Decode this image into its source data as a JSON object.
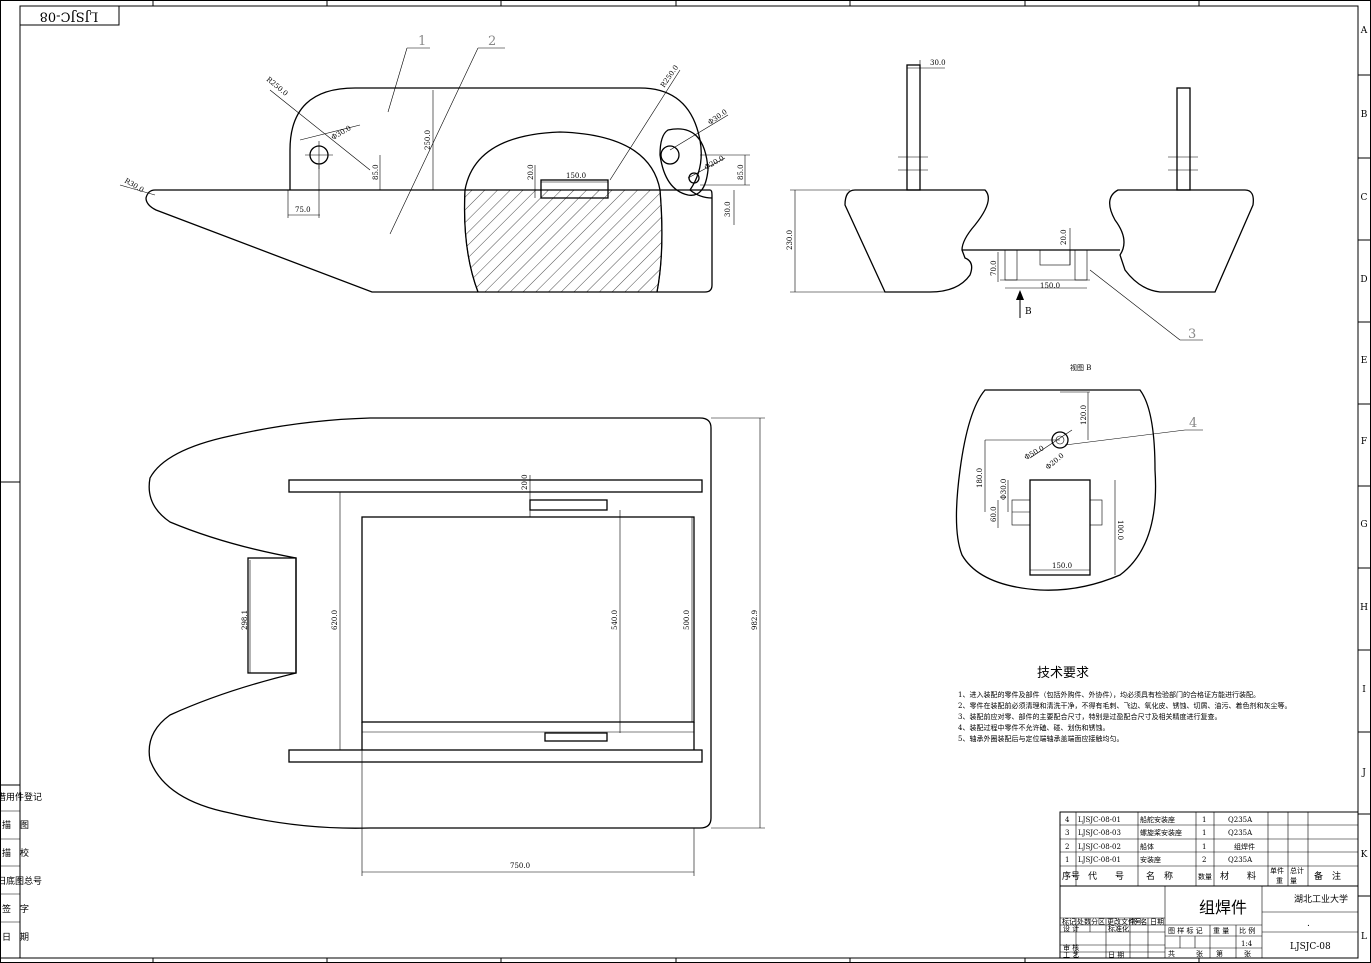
{
  "drawing": {
    "code_stamp": "LJSJC-08",
    "zone_letters": [
      "A",
      "B",
      "C",
      "D",
      "E",
      "F",
      "G",
      "H",
      "I",
      "J",
      "K",
      "L"
    ],
    "balloons": [
      "1",
      "2",
      "3",
      "4"
    ]
  },
  "side_view": {
    "dims": [
      "R250.0",
      "R250.0",
      "Φ30.0",
      "Φ30.0",
      "Φ20.0",
      "250.0",
      "85.0",
      "75.0",
      "R30.0",
      "20.0",
      "150.0",
      "85.0",
      "30.0"
    ]
  },
  "front_view": {
    "dims": [
      "30.0",
      "230.0",
      "20.0",
      "70.0",
      "150.0"
    ],
    "arrow_label": "B"
  },
  "detail_view": {
    "title": "视图 B",
    "dims": [
      "120.0",
      "Φ50.0",
      "Φ20.0",
      "180.0",
      "Φ30.0",
      "60.0",
      "100.0",
      "150.0"
    ]
  },
  "plan_view": {
    "dims": [
      "298.1",
      "20.0",
      "620.0",
      "540.0",
      "500.0",
      "982.9",
      "750.0"
    ]
  },
  "tech": {
    "title": "技术要求",
    "notes": [
      "1、进入装配的零件及部件（包括外购件、外协件），均必须具有检验部门的合格证方能进行装配。",
      "2、零件在装配前必须清理和清洗干净，不得有毛刺、飞边、氧化皮、锈蚀、切屑、油污、着色剂和灰尘等。",
      "3、装配前应对零、部件的主要配合尺寸，特别是过盈配合尺寸及相关精度进行复查。",
      "4、装配过程中零件不允许磕、碰、划伤和锈蚀。",
      "5、轴承外圈装配后与定位端轴承盖端面应接触均匀。"
    ]
  },
  "bom": {
    "rows": [
      {
        "no": "4",
        "code": "LJSJC-08-01",
        "name": "船舵安装座",
        "qty": "1",
        "material": "Q235A"
      },
      {
        "no": "3",
        "code": "LJSJC-08-03",
        "name": "螺旋桨安装座",
        "qty": "1",
        "material": "Q235A"
      },
      {
        "no": "2",
        "code": "LJSJC-08-02",
        "name": "船体",
        "qty": "1",
        "material": "组焊件"
      },
      {
        "no": "1",
        "code": "LJSJC-08-01",
        "name": "安装座",
        "qty": "2",
        "material": "Q235A"
      }
    ],
    "header": {
      "no": "序号",
      "code": "代　　号",
      "name": "名　称",
      "qty": "数量",
      "material": "材　　料",
      "unit_weight": "单件",
      "total_weight": "总计",
      "weight": "重　量",
      "remark": "备　注"
    }
  },
  "title_block": {
    "part_name": "组焊件",
    "university": "湖北工业大学",
    "dot": ".",
    "drawing_no": "LJSJC-08",
    "scale": "1:4",
    "labels": {
      "mark": "标记",
      "count": "处数",
      "zone": "分区",
      "change_doc": "更改文件号",
      "sign": "签 名",
      "date": "日期",
      "design": "设 计",
      "standard": "标准化",
      "stage_mark": "图 样 标 记",
      "weight": "重 量",
      "scale_label": "比 例",
      "review": "审 核",
      "process": "工 艺",
      "approve": "日 期",
      "total": "共",
      "sheet": "张",
      "page": "第",
      "page2": "张"
    }
  },
  "left_strip": [
    "借用件登记",
    "描　图",
    "描　校",
    "旧底图总号",
    "签　字",
    "日　期"
  ]
}
